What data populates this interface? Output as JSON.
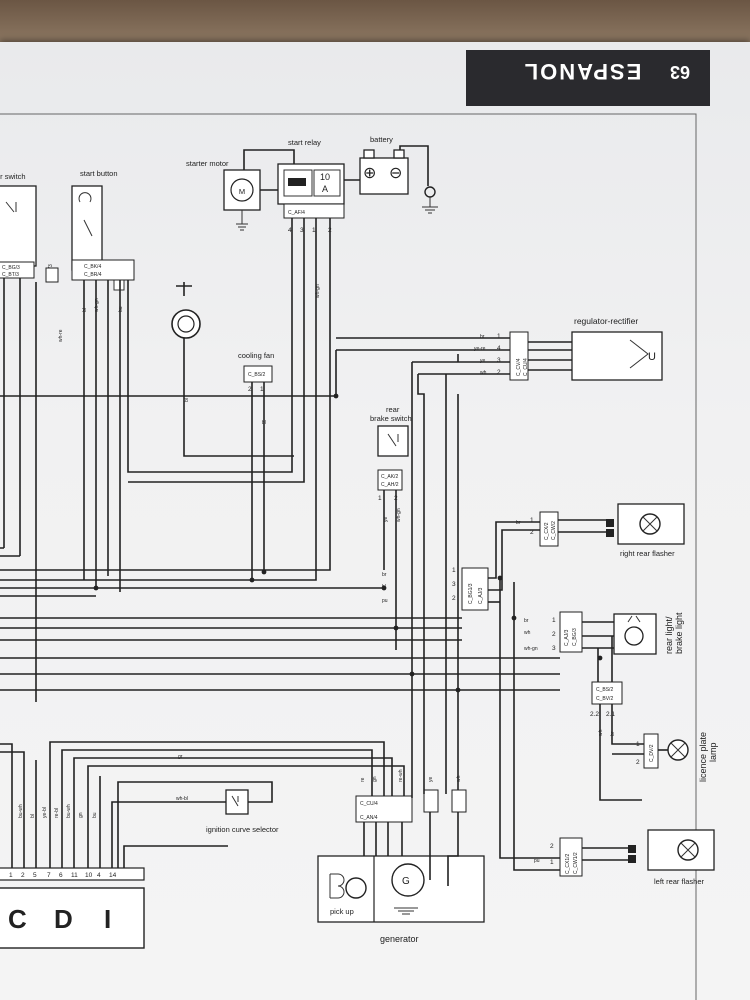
{
  "page": {
    "section_tab": "ESPANOL",
    "page_number": "63"
  },
  "components": {
    "starter_switch": "er switch",
    "start_button": "start button",
    "starter_motor": "starter motor",
    "starter_motor_symbol": "M",
    "start_relay": "start relay",
    "fuse": "10\nA",
    "fuse_a": "10",
    "fuse_b": "A",
    "battery": "battery",
    "battery_plus": "⊕",
    "battery_minus": "⊖",
    "cooling_fan": "cooling fan",
    "regulator_rectifier": "regulator-rectifier",
    "regulator_symbol": "U",
    "rear_brake_switch_1": "rear",
    "rear_brake_switch_2": "brake switch",
    "right_rear_flasher": "right rear flasher",
    "rear_light_1": "rear light/",
    "rear_light_2": "brake light",
    "licence_plate_1": "licence plate",
    "licence_plate_2": "lamp",
    "left_rear_flasher": "left rear flasher",
    "ignition_curve_selector": "ignition curve selector",
    "pick_up": "pick up",
    "generator": "generator",
    "generator_symbol": "G"
  },
  "connectors": {
    "bg3": "C_BG/3",
    "bt3": "C_BT/3",
    "bg3b": "C_BG/3",
    "bk4": "C_BK/4",
    "br4": "C_BR/4",
    "af4": "C_AF/4",
    "bs2": "C_BS/2",
    "cv4": "C_CV/4",
    "cu4": "C_CU/4",
    "ak2": "C_AK/2",
    "ah2": "C_AH/2",
    "cx2": "C_CX/2",
    "cw2": "C_CW/2",
    "bg13": "C_BG1/3",
    "aj3": "C_AJ/3",
    "aj3b": "C_AJ/3",
    "bg3c": "C_BG/3",
    "bs2b": "C_BS/2",
    "bv2": "C_BV/2",
    "dv2": "C_DV/2",
    "cx12": "C_CX1/2",
    "cw12": "C_CW1/2",
    "cu4b": "C_CU/4",
    "an4": "C_AN/4"
  },
  "wire_colors": {
    "bu": "bu",
    "bl": "bl",
    "wh_gn": "wh-gn",
    "ye": "ye",
    "wh": "wh",
    "br": "br",
    "pu": "pu",
    "gr": "gr",
    "wh_bl": "wh-bl",
    "re": "re",
    "gn": "gn",
    "re_wh": "re-wh",
    "bu_wh": "bu-wh",
    "ye_bl": "ye-bl",
    "re_bl": "re-bl",
    "bu_wh2": "bu-wh",
    "bl2": "bl",
    "wh_re": "wh-re",
    "ye_re": "ye-re",
    "ye2": "ye",
    "wh2": "wh"
  },
  "pins": {
    "p1": "1",
    "p2": "2",
    "p3": "3",
    "p4": "4",
    "p22": "2.2",
    "p21": "2.1",
    "relay_4": "4",
    "relay_3": "3",
    "relay_1": "1",
    "relay_2": "2"
  },
  "ecu_pins": [
    "1",
    "2",
    "5",
    "7",
    "6",
    "11",
    "10",
    "4",
    "14"
  ],
  "ecu_letters": [
    "C",
    "D",
    "I"
  ]
}
